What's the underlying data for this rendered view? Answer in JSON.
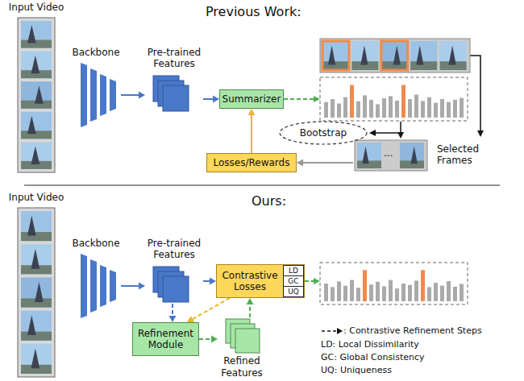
{
  "diagram": {
    "nodes": [
      {
        "text": [
          "Input Video"
        ]
      },
      {
        "text": [
          "Backbone"
        ]
      },
      {
        "text": [
          "Pre-trained Features"
        ]
      },
      {
        "text": [
          "Summarizer"
        ]
      },
      {
        "text": [
          "Bootstrap"
        ]
      },
      {
        "text": [
          "Selected Frames"
        ]
      },
      {
        "text": [
          "Losses/Rewards"
        ]
      },
      {
        "text": [
          "Input Video"
        ]
      },
      {
        "text": [
          "Backbone"
        ]
      },
      {
        "text": [
          "Pre-trained Features"
        ]
      },
      {
        "text": [
          "Contrastive Losses"
        ]
      },
      {
        "text": [
          "LD"
        ],
        "in": 10
      },
      {
        "text": [
          "GC"
        ],
        "in": 10
      },
      {
        "text": [
          "UQ"
        ],
        "in": 10
      },
      {
        "text": [
          "Refinement Module"
        ]
      },
      {
        "text": [
          "Refined Features"
        ]
      }
    ],
    "edges": [
      {
        "from": 1,
        "to": 2,
        "arrow": "to"
      },
      {
        "from": 2,
        "to": 3,
        "arrow": "to"
      },
      {
        "from": 5,
        "to": 6,
        "arrow": "to"
      },
      {
        "from": 6,
        "to": 3,
        "arrow": "to"
      },
      {
        "from": 8,
        "to": 9,
        "arrow": "to"
      },
      {
        "from": 9,
        "to": 10,
        "arrow": "to"
      },
      {
        "from": 9,
        "to": 14,
        "arrow": "to"
      },
      {
        "from": 14,
        "to": 15,
        "arrow": "to"
      },
      {
        "from": 15,
        "to": 10,
        "arrow": "to"
      },
      {
        "from": 10,
        "to": 14,
        "arrow": "to"
      }
    ],
    "labels": [
      "Previous Work:",
      "Ours:",
      "...",
      "LD: Local Dissimilarity",
      "GC: Global Consistency",
      "UQ: Uniqueness"
    ],
    "legend": [
      {
        "text": ": Contrastive Refinement Steps"
      }
    ]
  }
}
